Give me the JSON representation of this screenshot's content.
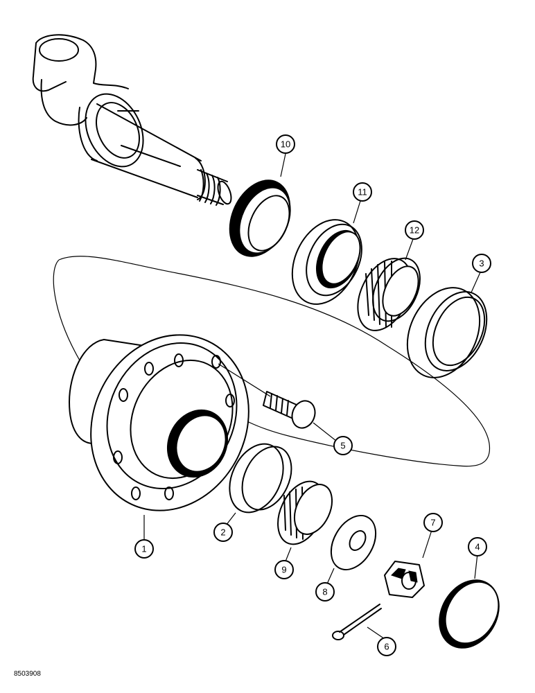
{
  "callouts": [
    {
      "id": "1",
      "part": "hub"
    },
    {
      "id": "2",
      "part": "inner-bearing-cup"
    },
    {
      "id": "3",
      "part": "outer-bearing-cup"
    },
    {
      "id": "4",
      "part": "dust-cap"
    },
    {
      "id": "5",
      "part": "wheel-bolt"
    },
    {
      "id": "6",
      "part": "cotter-pin"
    },
    {
      "id": "7",
      "part": "castle-nut"
    },
    {
      "id": "8",
      "part": "washer"
    },
    {
      "id": "9",
      "part": "outer-bearing-cone"
    },
    {
      "id": "10",
      "part": "seal"
    },
    {
      "id": "11",
      "part": "seal-ring"
    },
    {
      "id": "12",
      "part": "inner-bearing-cone"
    }
  ],
  "figure_code": "8503908"
}
